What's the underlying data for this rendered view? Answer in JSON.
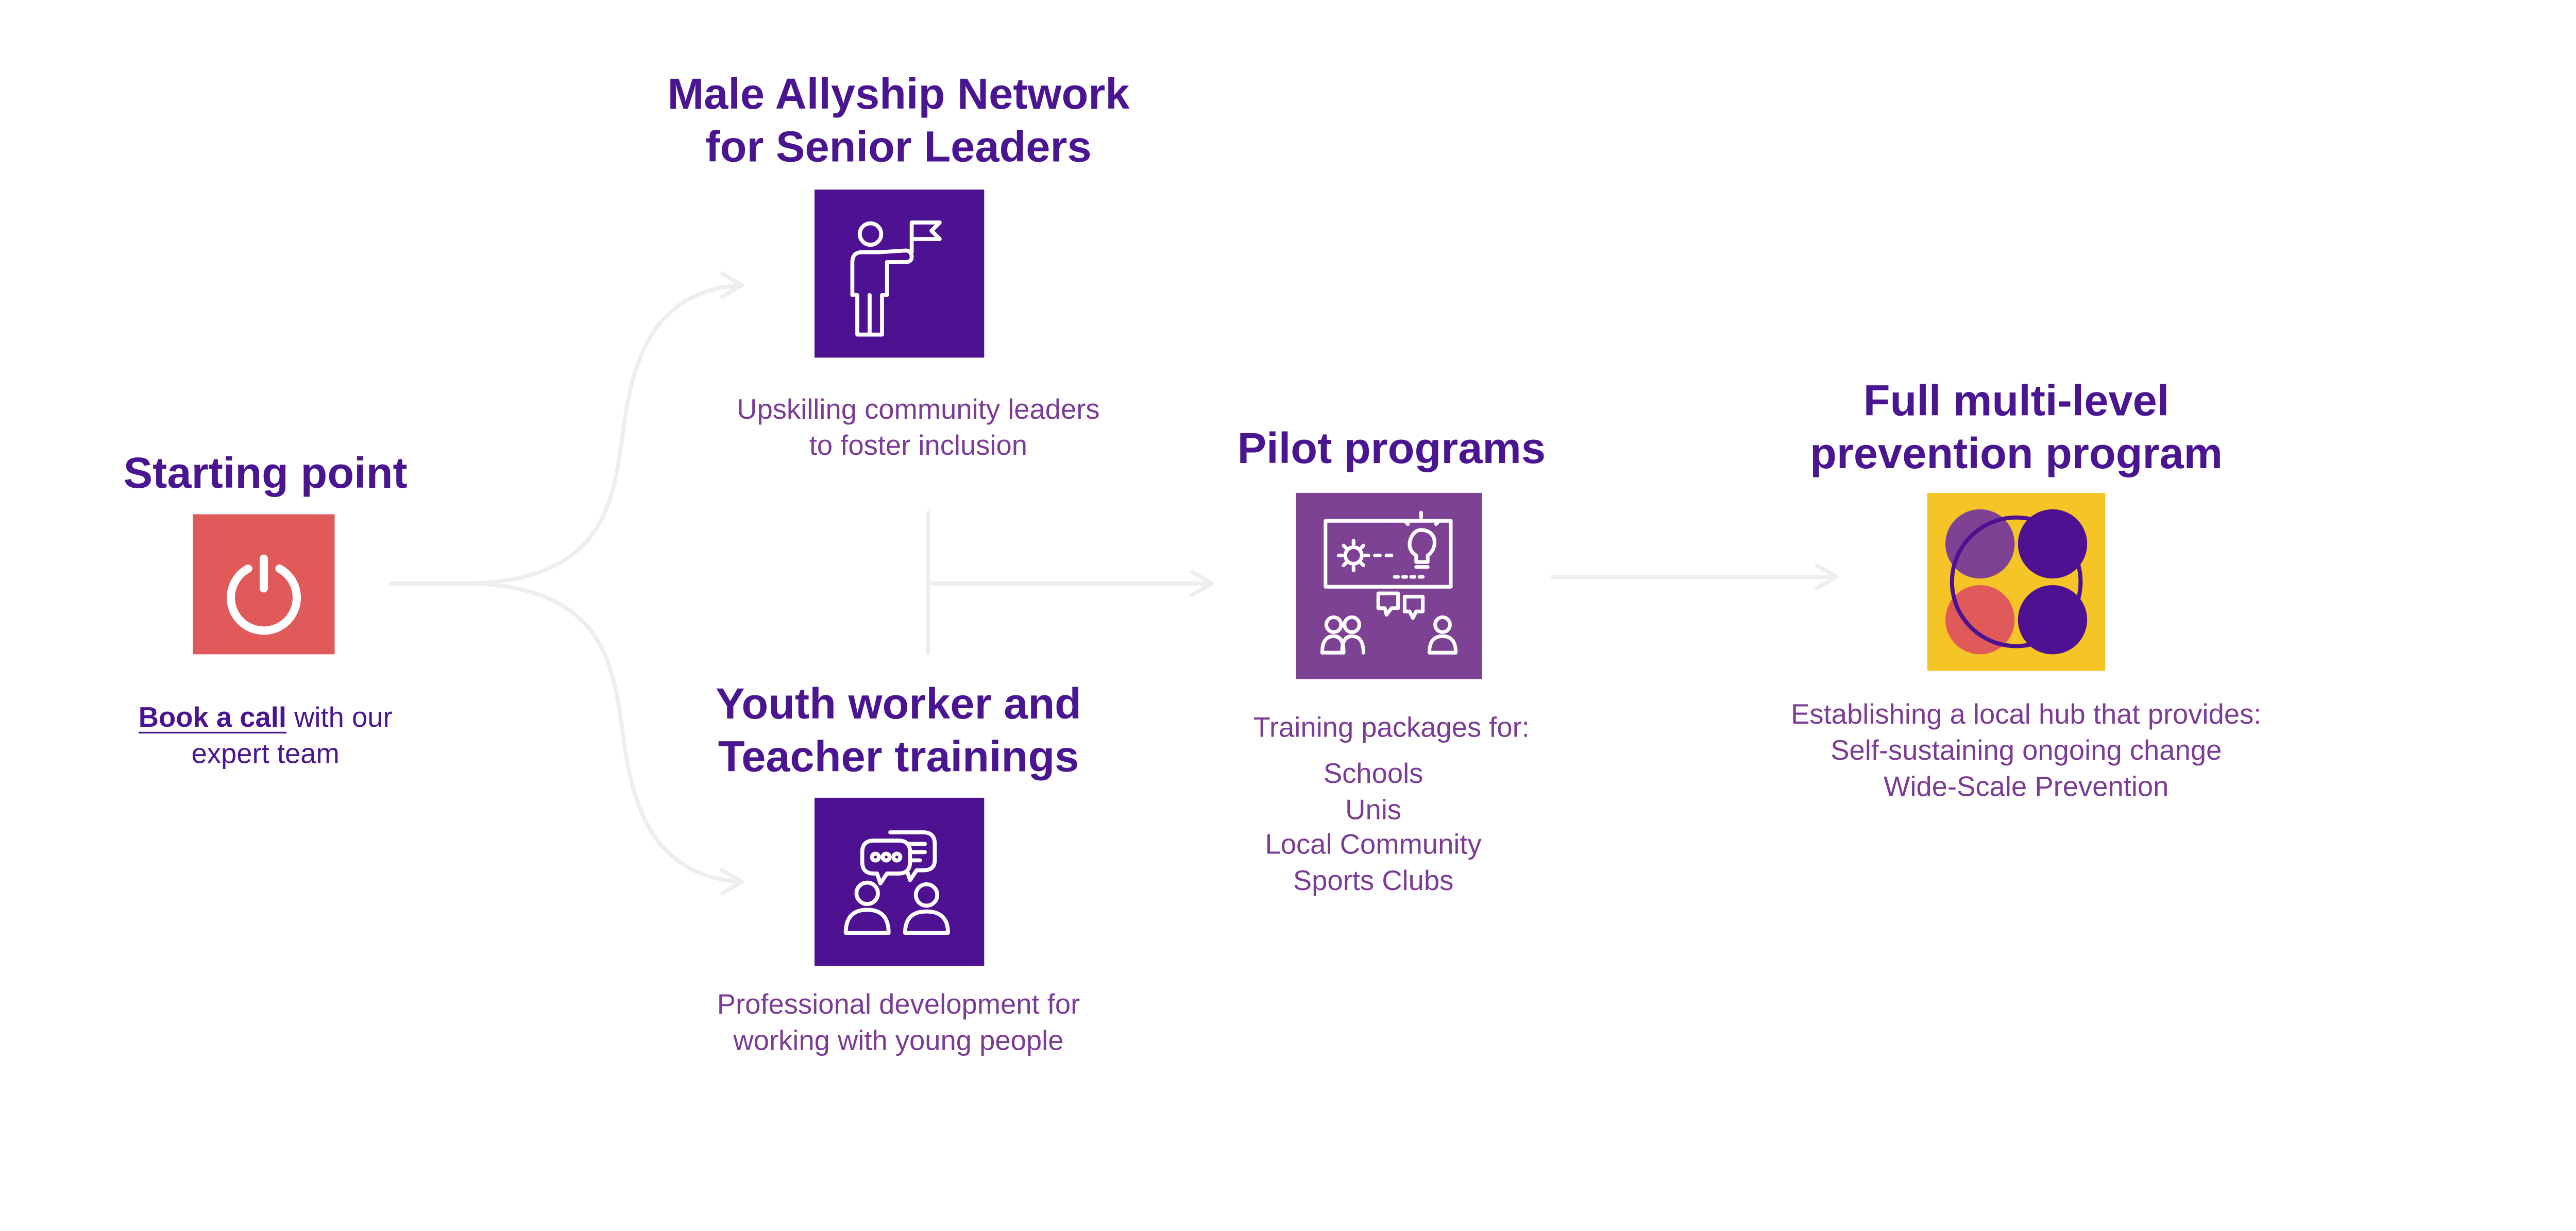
{
  "colors": {
    "purple_dark": "#4a1590",
    "purple_text": "#7a3c94",
    "purple_tile": "#4e1191",
    "purple_tile_alt": "#7e4295",
    "red_tile": "#e05a5a",
    "yellow_tile": "#f5c426",
    "connector": "#eeeeee"
  },
  "start": {
    "title": "Starting point",
    "icon": "power-icon",
    "link_label": "Book a call",
    "link_suffix": " with our",
    "line2": "expert team"
  },
  "male_allyship": {
    "title_line1": "Male Allyship Network",
    "title_line2": "for Senior Leaders",
    "icon": "leader-with-flag-icon",
    "desc_line1": "Upskilling community leaders",
    "desc_line2": "to foster inclusion"
  },
  "youth": {
    "title_line1": "Youth worker and",
    "title_line2": "Teacher trainings",
    "icon": "speech-bubbles-people-icon",
    "desc_line1": "Professional development for",
    "desc_line2": "working with young people"
  },
  "pilot": {
    "title": "Pilot programs",
    "icon": "training-presentation-icon",
    "desc_intro": "Training packages for:",
    "items": [
      "Schools",
      "Unis",
      "Local Community",
      "Sports Clubs"
    ]
  },
  "full": {
    "title_line1": "Full multi-level",
    "title_line2": "prevention program",
    "icon": "circles-hub-icon",
    "desc_line1": "Establishing a local hub that provides:",
    "desc_line2": "Self-sustaining ongoing change",
    "desc_line3": "Wide-Scale Prevention"
  }
}
